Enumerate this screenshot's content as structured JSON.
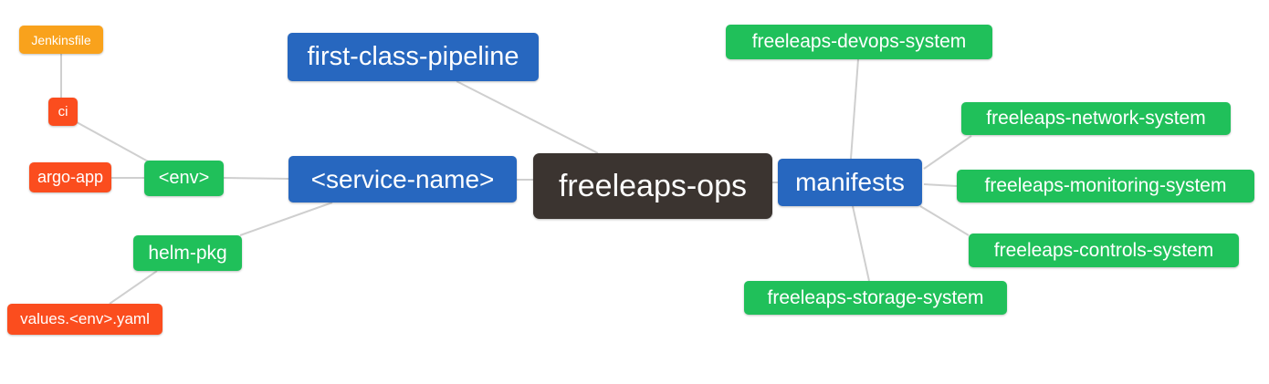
{
  "diagram_type": "mindmap",
  "colors": {
    "blue": "#2767bf",
    "green": "#20c05a",
    "red": "#fb4d1e",
    "orange": "#f9a21c",
    "dark": "#3b3430",
    "edge": "#cfcfcf",
    "node_text": "#ffffff",
    "background": "#ffffff"
  },
  "nodes": [
    {
      "id": "jenkinsfile",
      "label": "Jenkinsfile",
      "color": "orange"
    },
    {
      "id": "ci",
      "label": "ci",
      "color": "red"
    },
    {
      "id": "argo-app",
      "label": "argo-app",
      "color": "red"
    },
    {
      "id": "env",
      "label": "<env>",
      "color": "green"
    },
    {
      "id": "helm-pkg",
      "label": "helm-pkg",
      "color": "green"
    },
    {
      "id": "values",
      "label": "values.<env>.yaml",
      "color": "red"
    },
    {
      "id": "pipeline",
      "label": "first-class-pipeline",
      "color": "blue"
    },
    {
      "id": "service",
      "label": "<service-name>",
      "color": "blue"
    },
    {
      "id": "ops",
      "label": "freeleaps-ops",
      "color": "dark"
    },
    {
      "id": "manifests",
      "label": "manifests",
      "color": "blue"
    },
    {
      "id": "devops",
      "label": "freeleaps-devops-system",
      "color": "green"
    },
    {
      "id": "network",
      "label": "freeleaps-network-system",
      "color": "green"
    },
    {
      "id": "monitoring",
      "label": "freeleaps-monitoring-system",
      "color": "green"
    },
    {
      "id": "controls",
      "label": "freeleaps-controls-system",
      "color": "green"
    },
    {
      "id": "storage",
      "label": "freeleaps-storage-system",
      "color": "green"
    }
  ],
  "edges": [
    {
      "from": "jenkinsfile",
      "to": "ci"
    },
    {
      "from": "ci",
      "to": "env"
    },
    {
      "from": "argo-app",
      "to": "env"
    },
    {
      "from": "env",
      "to": "service"
    },
    {
      "from": "service",
      "to": "helm-pkg"
    },
    {
      "from": "helm-pkg",
      "to": "values"
    },
    {
      "from": "pipeline",
      "to": "ops"
    },
    {
      "from": "service",
      "to": "ops"
    },
    {
      "from": "ops",
      "to": "manifests"
    },
    {
      "from": "manifests",
      "to": "devops"
    },
    {
      "from": "manifests",
      "to": "network"
    },
    {
      "from": "manifests",
      "to": "monitoring"
    },
    {
      "from": "manifests",
      "to": "controls"
    },
    {
      "from": "manifests",
      "to": "storage"
    }
  ]
}
